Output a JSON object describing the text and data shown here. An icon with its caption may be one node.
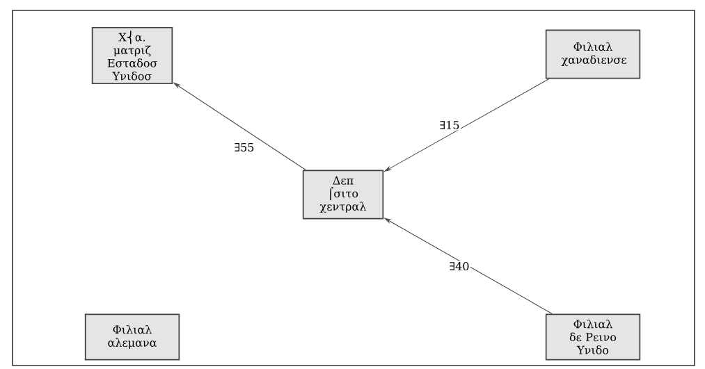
{
  "diagram": {
    "nodes": [
      {
        "text": [
          "Χ⎨α. ματριζ Εσταδοσ Υνιδοσ"
        ]
      },
      {
        "text": [
          "Φιλιαλ χαναδιενσε"
        ]
      },
      {
        "text": [
          "Δεπ ⌠σιτο χεντραλ"
        ]
      },
      {
        "text": [
          "Φιλιαλ αλεμανα"
        ]
      },
      {
        "text": [
          "Φιλιαλ δε Ρεινο Υνιδο"
        ]
      }
    ],
    "edges": [
      {
        "from": 2,
        "to": 0,
        "arrow": "to",
        "label": "∃55"
      },
      {
        "from": 1,
        "to": 2,
        "arrow": "to",
        "label": "∃15"
      },
      {
        "from": 4,
        "to": 2,
        "arrow": "to",
        "label": "∃40"
      }
    ]
  }
}
